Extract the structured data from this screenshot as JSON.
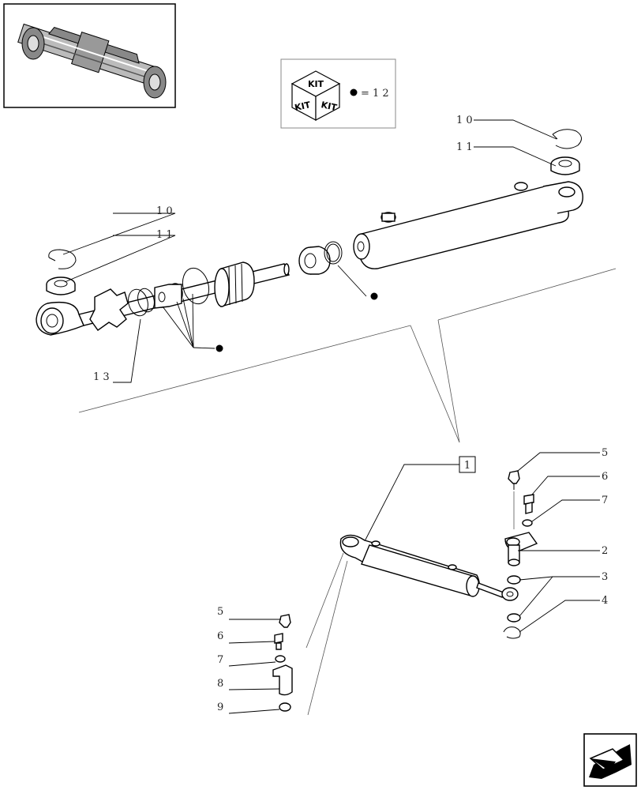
{
  "kit_box": {
    "top_text": "KIT",
    "left_text": "KIT",
    "right_text": "KIT",
    "legend": "= 1 2"
  },
  "top_callouts": {
    "right_ring": "1 0",
    "right_bushing": "1 1",
    "left_ring": "1 0",
    "left_bushing": "1 1",
    "lock_ring": "1 3"
  },
  "assembly_ref": "1",
  "right_callouts": [
    "5",
    "6",
    "7",
    "2",
    "3",
    "4"
  ],
  "left_callouts": [
    "5",
    "6",
    "7",
    "8",
    "9"
  ]
}
